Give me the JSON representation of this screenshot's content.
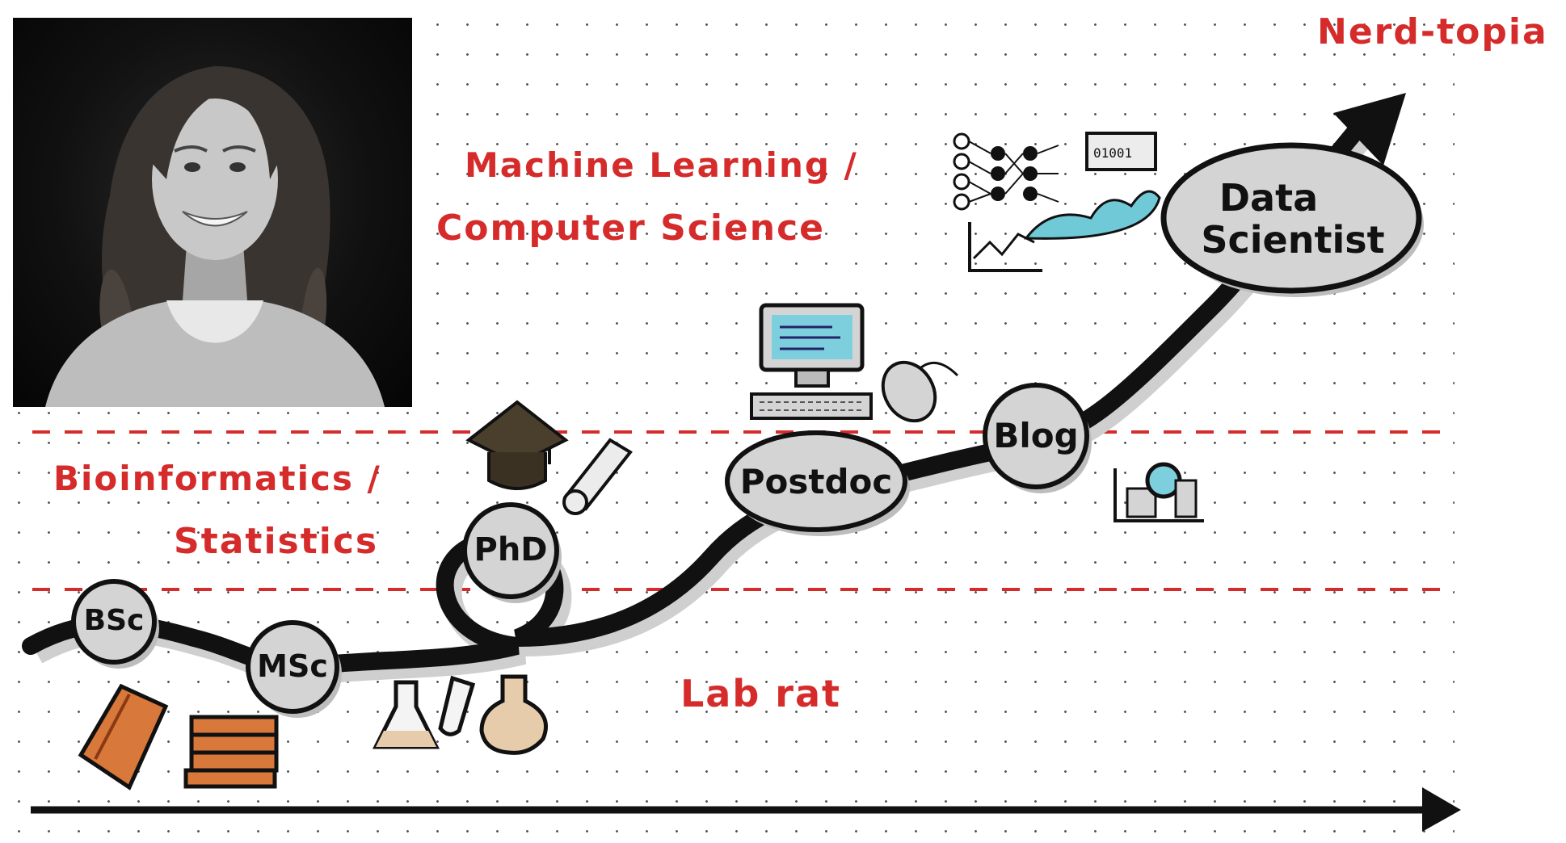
{
  "regions": {
    "top": "Nerd-topia",
    "ml_line1": "Machine Learning /",
    "ml_line2": "Computer Science",
    "bio_line1": "Bioinformatics /",
    "bio_line2": "Statistics",
    "lab": "Lab rat"
  },
  "milestones": [
    {
      "label": "BSc"
    },
    {
      "label": "MSc"
    },
    {
      "label": "PhD"
    },
    {
      "label": "Postdoc"
    },
    {
      "label": "Blog"
    },
    {
      "label_line1": "Data",
      "label_line2": "Scientist"
    }
  ],
  "icon_names": [
    "portrait-photo",
    "books-icon",
    "flasks-icon",
    "graduation-cap-icon",
    "diploma-icon",
    "computer-icon",
    "mouse-icon",
    "neural-network-icon",
    "cloud-icon",
    "chart-icon",
    "microscope-icon"
  ],
  "colors": {
    "accent": "#d62b2b",
    "node_fill": "#d4d4d4",
    "path": "#111111",
    "cloud": "#6fc9d6"
  }
}
